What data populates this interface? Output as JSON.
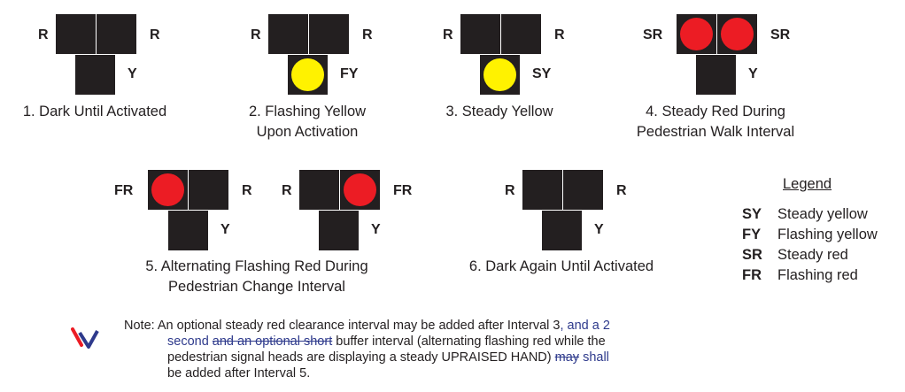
{
  "colors": {
    "red": "#ec1c24",
    "yellow": "#fff200",
    "head": "#231f20",
    "revision": "#2e3a8c"
  },
  "signals": [
    {
      "upper_left": "R",
      "upper_right": "R",
      "lower": "Y",
      "lamp_left": "none",
      "lamp_right": "none",
      "lamp_lower": "none",
      "caption": [
        "1. Dark Until Activated"
      ]
    },
    {
      "upper_left": "R",
      "upper_right": "R",
      "lower": "FY",
      "lamp_left": "none",
      "lamp_right": "none",
      "lamp_lower": "yellow",
      "caption": [
        "2. Flashing Yellow",
        "Upon Activation"
      ]
    },
    {
      "upper_left": "R",
      "upper_right": "R",
      "lower": "SY",
      "lamp_left": "none",
      "lamp_right": "none",
      "lamp_lower": "yellow",
      "caption": [
        "3. Steady Yellow"
      ]
    },
    {
      "upper_left": "SR",
      "upper_right": "SR",
      "lower": "Y",
      "lamp_left": "red",
      "lamp_right": "red",
      "lamp_lower": "none",
      "caption": [
        "4. Steady Red During",
        "Pedestrian Walk Interval"
      ]
    },
    {
      "upper_left": "FR",
      "upper_right": "R",
      "lower": "Y",
      "lamp_left": "red",
      "lamp_right": "none",
      "lamp_lower": "none"
    },
    {
      "upper_left": "R",
      "upper_right": "FR",
      "lower": "Y",
      "lamp_left": "none",
      "lamp_right": "red",
      "lamp_lower": "none"
    },
    {
      "upper_left": "R",
      "upper_right": "R",
      "lower": "Y",
      "lamp_left": "none",
      "lamp_right": "none",
      "lamp_lower": "none",
      "caption": [
        "6. Dark Again Until Activated"
      ]
    }
  ],
  "caption5": [
    "5. Alternating Flashing Red During",
    "Pedestrian Change Interval"
  ],
  "legend": {
    "title": "Legend",
    "items": [
      {
        "code": "SY",
        "text": "Steady yellow"
      },
      {
        "code": "FY",
        "text": "Flashing yellow"
      },
      {
        "code": "SR",
        "text": "Steady red"
      },
      {
        "code": "FR",
        "text": "Flashing red"
      }
    ]
  },
  "note": {
    "line1_a": "Note:  An optional steady red clearance interval may be added after Interval 3",
    "line1_b": ", and a 2",
    "line2_a": "second ",
    "line2_b": " and an optional short",
    "line2_c": " buffer interval (alternating flashing red while the",
    "line3_a": "pedestrian signal heads are displaying a steady UPRAISED HAND) ",
    "line3_b": "may",
    "line3_c": " shall",
    "line4": "be added after Interval 5."
  }
}
